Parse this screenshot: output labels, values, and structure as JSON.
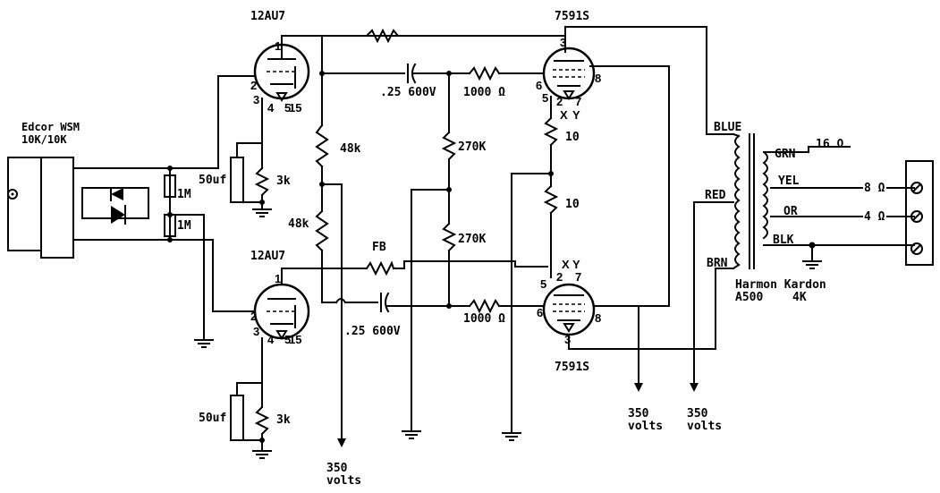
{
  "tubes": {
    "driver_top": "12AU7",
    "driver_bottom": "12AU7",
    "output_top": "7591S",
    "output_bottom": "7591S"
  },
  "input_transformer": {
    "line1": "Edcor WSM",
    "line2": "10K/10K"
  },
  "output_transformer": {
    "line1": "Harmon Kardon",
    "line2": "A500",
    "line3": "4K"
  },
  "resistors": {
    "grid_top": "1M",
    "grid_bottom": "1M",
    "cathode_top": "3k",
    "cathode_bottom": "3k",
    "plate_top": "48k",
    "plate_bottom": "48k",
    "bias_top": "270K",
    "bias_bottom": "270K",
    "grid_stop_top": "1000 Ω",
    "grid_stop_bottom": "1000 Ω",
    "screen_top": "10",
    "screen_bottom": "10"
  },
  "capacitors": {
    "cathode_top": "50uf",
    "cathode_bottom": "50uf",
    "coupling_top": ".25  600V",
    "coupling_bottom": ".25  600V"
  },
  "feedback_label": "FB",
  "supply": {
    "b_plus_driver": "350",
    "b_plus_driver_unit": "volts",
    "b_plus_output": "350",
    "b_plus_output_unit": "volts",
    "b_plus_ct": "350",
    "b_plus_ct_unit": "volts"
  },
  "wire_colors": {
    "blue": "BLUE",
    "red": "RED",
    "brown": "BRN",
    "green": "GRN",
    "yellow": "YEL",
    "orange": "OR",
    "black": "BLK"
  },
  "speaker_taps": {
    "tap16": "16 Ω",
    "tap8": "8 Ω",
    "tap4": "4 Ω"
  },
  "pins": {
    "p1": "1",
    "p2": "2",
    "p3": "3",
    "p4": "4",
    "p5": "5",
    "p15": "15",
    "p6": "6",
    "p7": "7",
    "p8": "8",
    "x": "X",
    "y": "Y"
  }
}
